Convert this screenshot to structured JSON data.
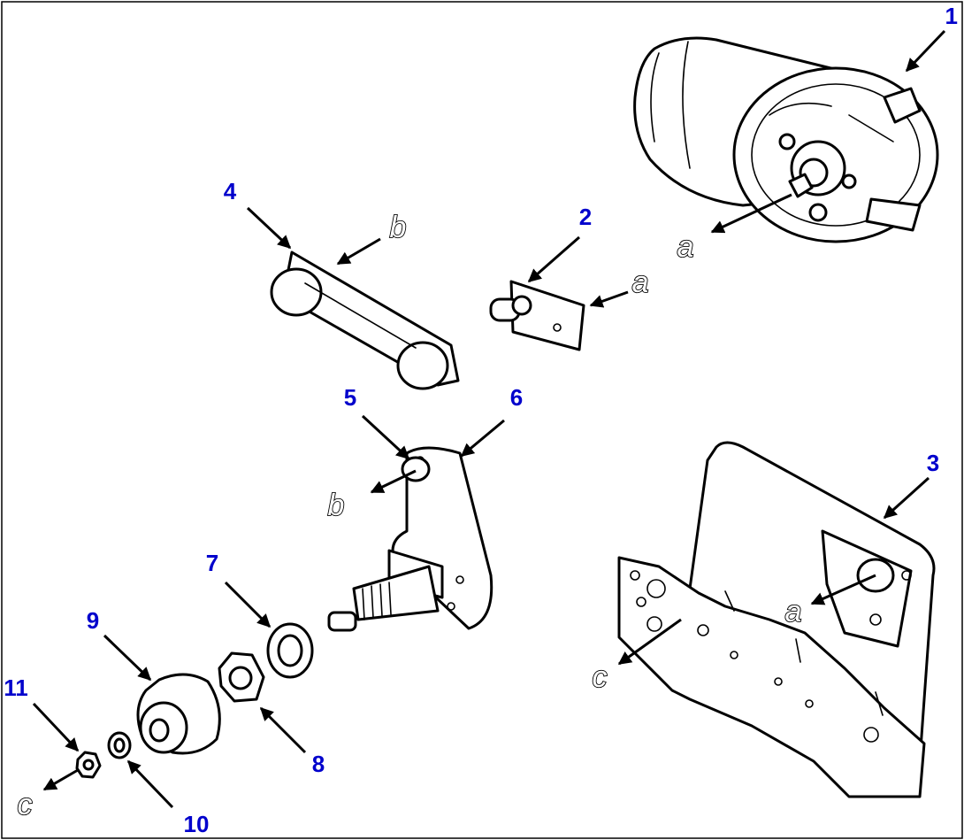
{
  "callouts": {
    "n1": "1",
    "n2": "2",
    "n3": "3",
    "n4": "4",
    "n5": "5",
    "n6": "6",
    "n7": "7",
    "n8": "8",
    "n9": "9",
    "n10": "10",
    "n11": "11"
  },
  "connectors": {
    "a": "a",
    "b": "b",
    "c": "c"
  },
  "colors": {
    "callout": "#0000cc",
    "line": "#000000",
    "background": "#ffffff"
  }
}
